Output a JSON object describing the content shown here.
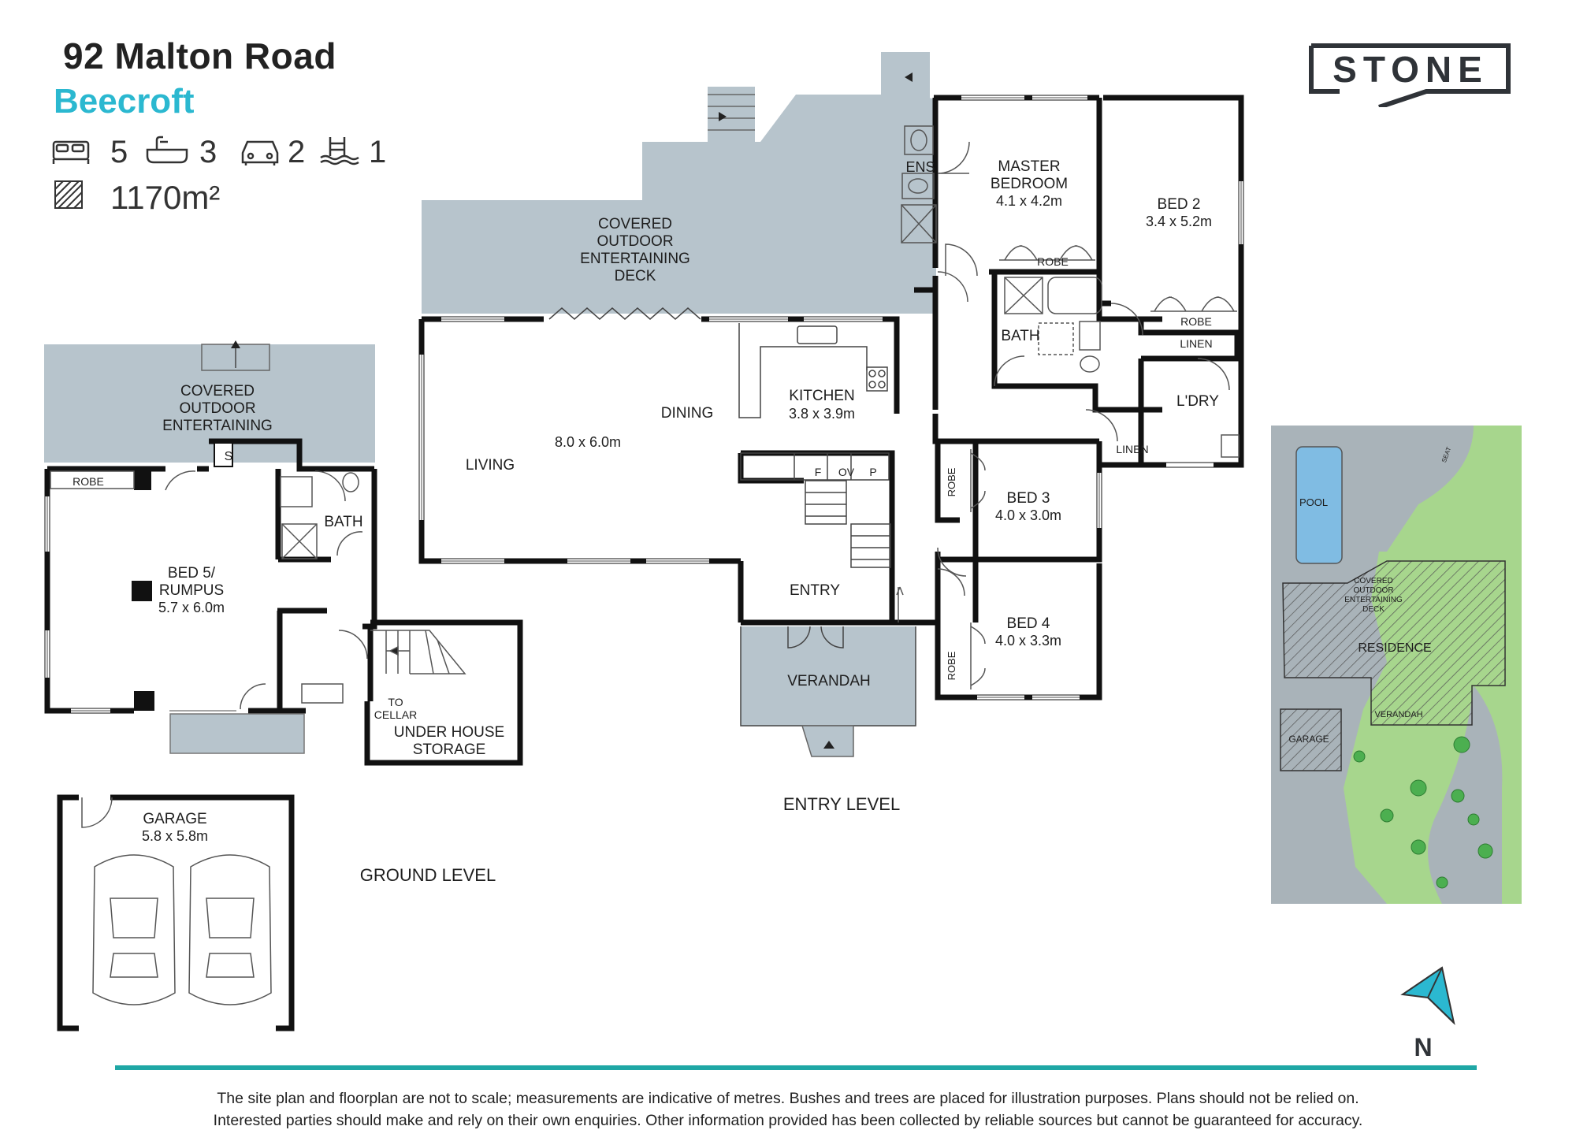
{
  "property": {
    "address": "92 Malton Road",
    "suburb": "Beecroft",
    "bedrooms": "5",
    "bathrooms": "3",
    "car_spaces": "2",
    "pools": "1",
    "land_area": "1170m²"
  },
  "icons": {
    "bed": "bed-icon",
    "bath": "bathtub-icon",
    "car": "car-icon",
    "pool": "pool-icon",
    "area": "land-area-icon",
    "compass": "north-arrow-icon"
  },
  "brand": {
    "logo_text": "STONE",
    "accent_color": "#2bb8d0",
    "divider_color": "#1fa7a5",
    "deck_color": "#b7c4cc",
    "site_grey": "#a9b3b9",
    "lawn_color": "#a7d68d"
  },
  "rooms": {
    "covered_deck": [
      "COVERED",
      "OUTDOOR",
      "ENTERTAINING",
      "DECK"
    ],
    "covered_outdoor": [
      "COVERED",
      "OUTDOOR",
      "ENTERTAINING"
    ],
    "ens": "ENS",
    "master": [
      "MASTER",
      "BEDROOM",
      "4.1 x 4.2m"
    ],
    "bed2": [
      "BED 2",
      "3.4 x 5.2m"
    ],
    "robe": "ROBE",
    "bath": "BATH",
    "linen": "LINEN",
    "laundry": "L'DRY",
    "kitchen": [
      "KITCHEN",
      "3.8 x 3.9m"
    ],
    "dining": "DINING",
    "living": "LIVING",
    "living_size": "8.0 x 6.0m",
    "fridge": "F",
    "oven": "OV",
    "pantry": "P",
    "bed3": [
      "BED 3",
      "4.0 x 3.0m"
    ],
    "bed4": [
      "BED 4",
      "4.0 x 3.3m"
    ],
    "entry": "ENTRY",
    "verandah": "VERANDAH",
    "bed5": [
      "BED 5/",
      "RUMPUS",
      "5.7 x 6.0m"
    ],
    "s": "S",
    "to_cellar": [
      "TO",
      "CELLAR"
    ],
    "under_house": [
      "UNDER HOUSE",
      "STORAGE"
    ],
    "garage": [
      "GARAGE",
      "5.8 x 5.8m"
    ]
  },
  "levels": {
    "entry": "ENTRY LEVEL",
    "ground": "GROUND LEVEL"
  },
  "site_plan": {
    "pool": "POOL",
    "deck": [
      "COVERED",
      "OUTDOOR",
      "ENTERTAINING",
      "DECK"
    ],
    "residence": "RESIDENCE",
    "verandah": "VERANDAH",
    "garage": "GARAGE",
    "seat": "SEAT"
  },
  "compass": {
    "label": "N"
  },
  "disclaimer": [
    "The site plan and floorplan are not to scale; measurements are indicative of metres. Bushes and trees are placed for illustration purposes. Plans should not be relied on.",
    "Interested parties should make and rely on their own enquiries. Other information provided has been collected by reliable sources but cannot be guaranteed for accuracy."
  ]
}
